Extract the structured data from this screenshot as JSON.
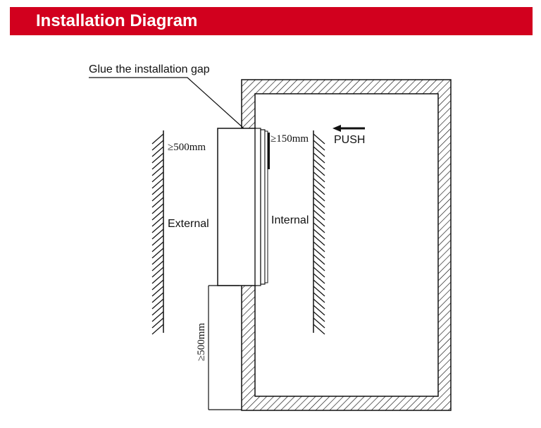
{
  "header": {
    "title": "Installation Diagram"
  },
  "colors": {
    "accent": "#d2001e",
    "line": "#111111",
    "panel": "#ffffff"
  },
  "labels": {
    "glue": "Glue the installation gap",
    "gap_side": "≥500mm",
    "gap_front": "≥150mm",
    "push": "PUSH",
    "external": "External",
    "internal": "Internal",
    "gap_bottom": "≥500mm"
  }
}
